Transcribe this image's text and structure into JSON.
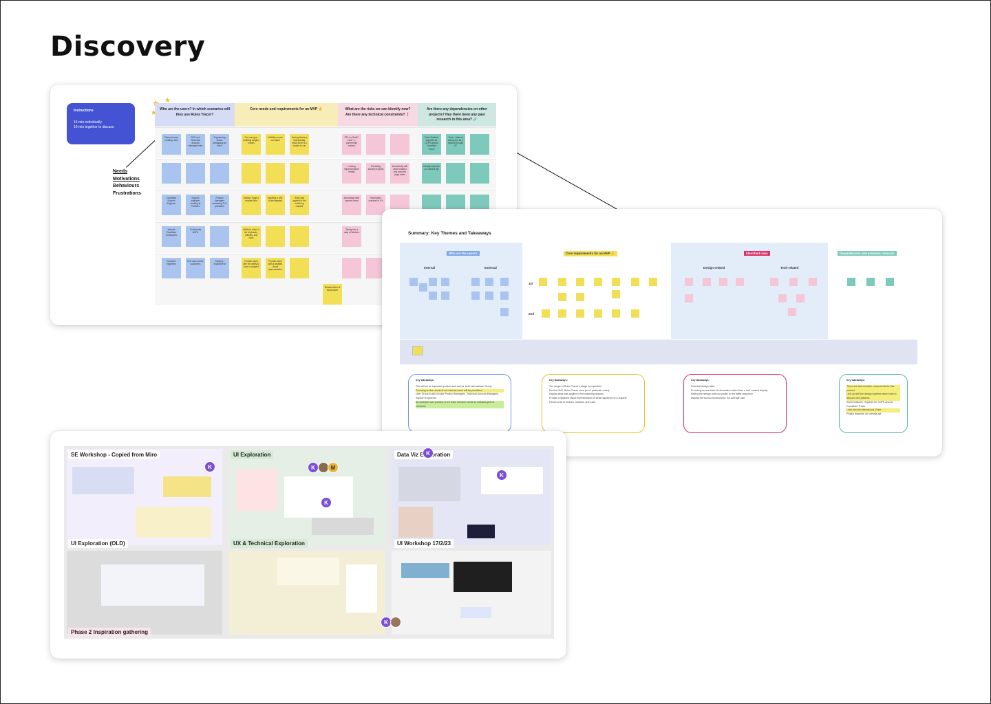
{
  "page": {
    "title": "Discovery"
  },
  "workshop": {
    "instructions": {
      "title": "Instructions",
      "line1": "15 min individually",
      "line2": "10 min together to discuss"
    },
    "legend": {
      "needs": "Needs",
      "motivations": "Motivations",
      "behaviours": "Behaviours",
      "frustrations": "Frustrations"
    },
    "columns": [
      {
        "label": "Who are the users? In which scenarios will they use Rules Tracer?",
        "color": "#d7dcf6"
      },
      {
        "label": "Core needs and requirements for an MVP ✋",
        "color": "#f8edb8"
      },
      {
        "label": "What are the risks we can identify now? Are there any technical constraints? ❗",
        "color": "#f6d9e3"
      },
      {
        "label": "Are there any dependencies on other projects? Has there been any past research in this area? 🔗",
        "color": "#cfe7e1"
      }
    ],
    "stickies": {
      "users": [
        "External users creating rules",
        "SOC and Technical account manager team",
        "Engineering teams debugging an issue",
        "Cloudflare Support Engineer",
        "Support engineer working at Partners",
        "Product Managers answering PoV questions",
        "Internal Cloudflare Employees",
        "Community MVPs",
        "Customer engineers",
        "End users at the customers",
        "Training / Enablement"
      ],
      "mvp": [
        "Per rule type: enabling ranges, modes",
        "Visibility across our stack",
        "Seeing Workers that actually show there is a worker to run",
        "Modify / forge a request flow",
        "Inputting a URL to test against",
        "What was applied to the matching request",
        "Ability to return a list of phases, rulesets, and rules",
        "Provide users with the ability to trace a request",
        "Provide users with a detailed visual representation",
        "Breadcrumbs of steps taken"
      ],
      "risks": [
        "SSL for SaaS / zone <> partnership matters",
        "Leaking implementation details",
        "Revealing security exploits",
        "Interactivity with other features and tools the page relies",
        "Accessing other owners zones",
        "Information overload in UX",
        "Taking into a map of Workers"
      ],
      "deps": [
        "Kevin Robbins requests for CDPS around Crossflare Tracer",
        "Tools - Internal debug tool for a request through CF",
        "Heavily depends on rulesets api"
      ]
    }
  },
  "summary": {
    "title": "Summary: Key Themes and Takeaways",
    "panels": [
      {
        "heading": "Who are the users?",
        "sub1": "Internal",
        "sub2": "External",
        "color": "#e3ecf9",
        "hl": "#7fa6e6"
      },
      {
        "heading": "Core requirements for an MVP ✋",
        "sub1": "1st",
        "sub2": "2nd",
        "color": "#ffffff",
        "hl": "#f3df56"
      },
      {
        "heading": "Identified risks",
        "sub1": "Design-related",
        "sub2": "Tech-related",
        "color": "#e3ecf9",
        "hl": "#d9306a"
      },
      {
        "heading": "Dependencies and previous research",
        "sub1": "",
        "sub2": "",
        "color": "#ffffff",
        "hl": "#7dc9bc"
      }
    ],
    "takeaways": [
      {
        "title": "Key takeaways:",
        "color": "#6f94e6",
        "lines": [
          "This will be an important product and tool for both internal/user Group",
          "Focusing on the needs of our internal users will be prioritised",
          "User Group A also include Product Managers, Technical Account Managers, Support Engineers",
          "An example user journey: A CS team member needs to onboard given 4 customer"
        ]
      },
      {
        "title": "Key takeaways:",
        "color": "#e6c230",
        "lines": [
          "The scope of Rules Tracer's usage is expansive",
          "For the MVP, Rules Tracer must (in no particular order):",
          "Display what was applied to the matching request",
          "Provide a detailed visual representation of what happened to a request",
          "Return a list of phases, rulesets, and rules"
        ]
      },
      {
        "title": "Key takeaways:",
        "color": "#d9306a",
        "lines": [
          "Potential design risks:",
          "Providing an overload of information rather than a well curated display",
          "Having the design look too similar to the traffic sequence",
          "Making the tool too technical for the average user"
        ]
      },
      {
        "title": "Key takeaways:",
        "color": "#5ab5a6",
        "lines": [
          "There are few reusable components for this product",
          "Link up with the design systems team early to discuss new patterns",
          "Some features: requests for CDPS around Crossflare Tracer",
          "Look into the internal tool, Flare",
          "Project depends on rulesets api"
        ]
      }
    ]
  },
  "boards": [
    {
      "label": "SE Workshop - Copied from Miro",
      "avatars": [
        "K"
      ],
      "color": "#f3eefb"
    },
    {
      "label": "UI Exploration",
      "avatars": [
        "K",
        "M",
        "K"
      ],
      "color": "#e5efe6"
    },
    {
      "label": "Data Viz Exploration",
      "avatars": [
        "K",
        "K"
      ],
      "color": "#e4e6f5"
    },
    {
      "label": "UI Exploration (OLD)",
      "avatars": [],
      "color": "#dcdcdc"
    },
    {
      "label": "UX & Technical Exploration",
      "avatars": [
        "K"
      ],
      "color": "#f2efd6"
    },
    {
      "label": "UI Workshop 17/2/23",
      "avatars": [],
      "color": "#f3f3f3"
    },
    {
      "label": "Phase 2 Inspiration gathering",
      "avatars": [],
      "color": "#f6d9e3"
    }
  ]
}
